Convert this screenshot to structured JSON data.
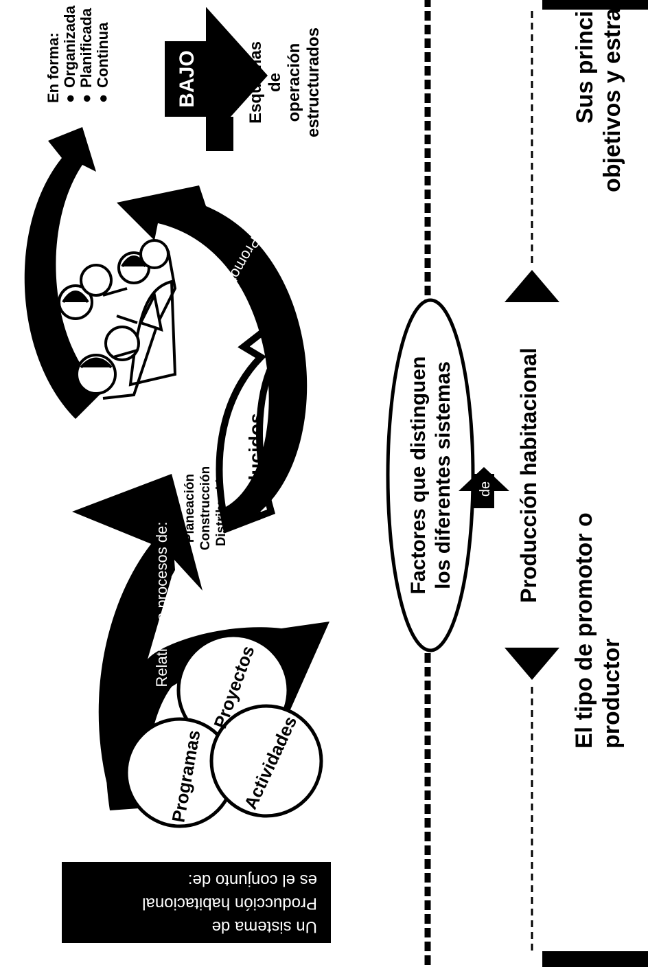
{
  "intro_box": {
    "line1": "Un sistema de",
    "line2": "Producción habitacional",
    "line3": "es el conjunto de:"
  },
  "circles": {
    "programas": "Programas",
    "proyectos": "Proyectos",
    "actividades": "Actividades"
  },
  "arrow_relativos": "Relativos a procesos de:",
  "processes": {
    "p1": "Planeación",
    "p2": "Construcción",
    "p3": "Distribución"
  },
  "arrow_conducidos": "conducidos",
  "arrow_promotores": "por Promotores",
  "forma": {
    "heading": "En forma:",
    "items": [
      "Organizada",
      "Planificada",
      "Continua"
    ]
  },
  "bajo_label": "BAJO",
  "esquemas": {
    "line1": "Esquemas",
    "line2": "de",
    "line3": "operación",
    "line4": "estructurados"
  },
  "factores": {
    "line1": "Factores que distinguen",
    "line2": "los diferentes sistemas"
  },
  "de_label": "de",
  "produccion": "Producción habitacional",
  "tipo_promotor": {
    "line1": "El tipo de promotor o",
    "line2": "productor"
  },
  "principios": {
    "line1": "Sus principios,",
    "line2": "objetivos y estrategias"
  }
}
